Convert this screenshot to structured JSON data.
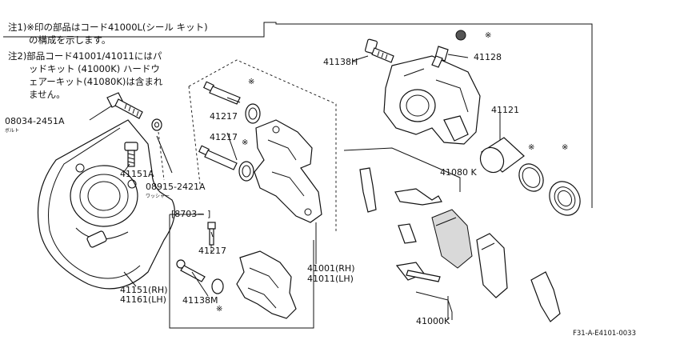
{
  "notes": {
    "note1_line1": "注1)※印の部品はコード41000L(シール キット)",
    "note1_line2": "の構成を示します。",
    "note2_line1": "注2)部品コード41001/41011にはパ",
    "note2_line2": "ッドキット (41000K) ハードウ",
    "note2_line3": "ェアーキット(41080K)は含まれ",
    "note2_line4": "ません。"
  },
  "labels": {
    "bolt_08034": "08034-2451A",
    "bolt_sub": "ボルト",
    "washer_08915": "08915-2421A",
    "washer_sub": "ワッシャー",
    "bolt_41151a": "41151A",
    "shield": "41151(RH)",
    "shield_lh": "41161(LH)",
    "pin_upper_1": "41217",
    "pin_upper_2": "41217",
    "bracket_date": "[8703−   ]",
    "pin_lower": "41217",
    "pin_41138m": "41138M",
    "bolt_41138h": "41138H",
    "bleeder_41128": "41128",
    "piston_41121": "41121",
    "hardware_41080k": "41080 K",
    "caliper_rh": "41001(RH)",
    "caliper_lh": "41011(LH)",
    "pad_kit": "41000K",
    "figure_code": "F31-A-E4101-0033"
  },
  "marks": {
    "seal_star": "※"
  }
}
